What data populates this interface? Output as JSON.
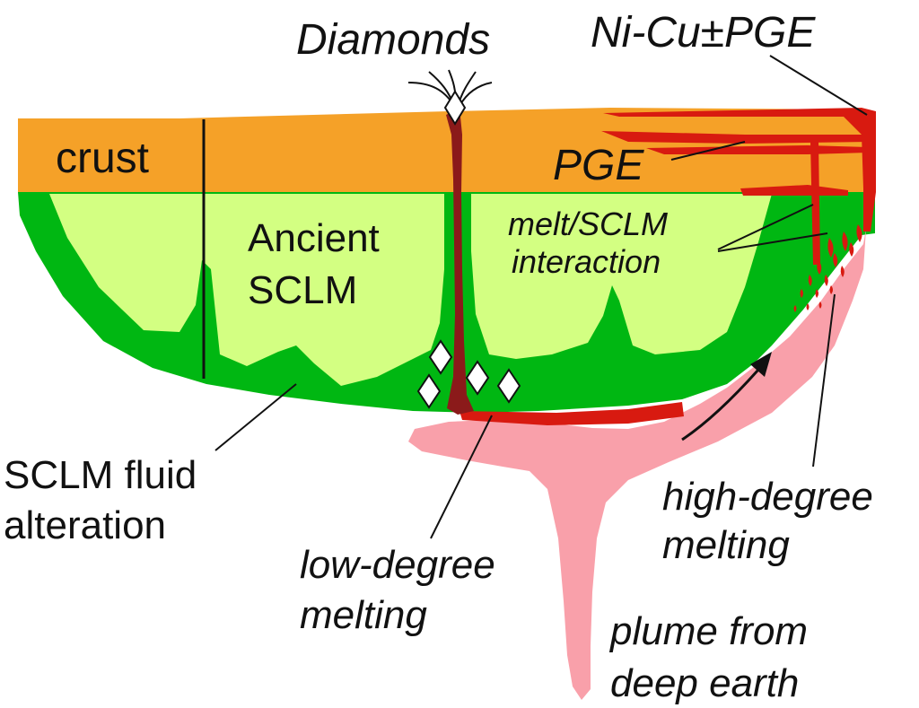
{
  "labels": {
    "diamonds": "Diamonds",
    "ni_cu_pge": "Ni-Cu±PGE",
    "crust": "crust",
    "pge": "PGE",
    "ancient_sclm_line1": "Ancient",
    "ancient_sclm_line2": "SCLM",
    "melt_interaction_line1": "melt/SCLM",
    "melt_interaction_line2": "interaction",
    "sclm_fluid_line1": "SCLM fluid",
    "sclm_fluid_line2": "alteration",
    "low_degree_line1": "low-degree",
    "low_degree_line2": "melting",
    "high_degree_line1": "high-degree",
    "high_degree_line2": "melting",
    "plume_line1": "plume from",
    "plume_line2": "deep earth"
  },
  "colors": {
    "crust": "#f5a128",
    "sclm_altered": "#00b712",
    "ancient_sclm": "#d3ff82",
    "plume": "#f9a0aa",
    "melt_red": "#d81a10",
    "kimberlite": "#8b1a1a",
    "outline": "#111111"
  },
  "icons": [
    "diamond-icon",
    "flow-arrow-icon"
  ]
}
